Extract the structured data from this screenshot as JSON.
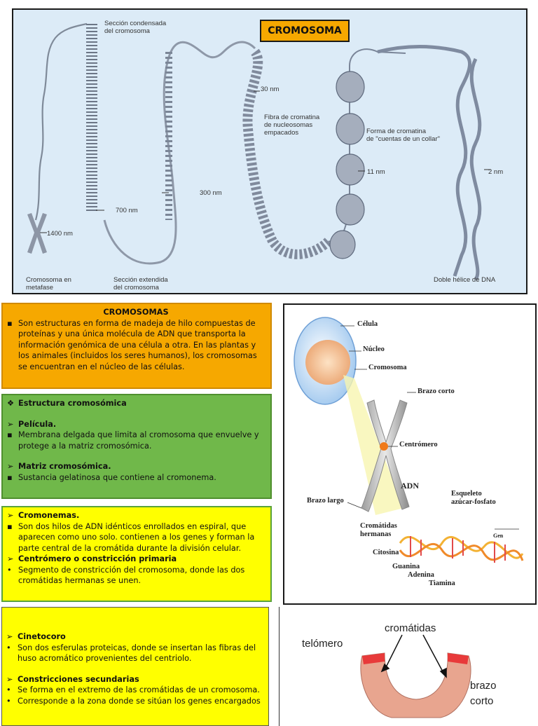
{
  "top": {
    "title": "CROMOSOMA",
    "labels": {
      "seccion_condensada": "Sección condensada\ndel cromosoma",
      "nm30": "30 nm",
      "fibra": "Fibra de cromatina\nde nucleosomas\nempacados",
      "cuentas": "Forma de cromatina\nde \"cuentas de un collar\"",
      "nm11": "11 nm",
      "nm2": "2 nm",
      "nm300": "300 nm",
      "nm700": "700 nm",
      "nm1400": "1400 nm",
      "metafase": "Cromosoma en\nmetafase",
      "extendida": "Sección extendida\ndel cromosoma",
      "doble_helice": "Doble hélice de DNA"
    }
  },
  "cromosomas_box": {
    "heading": "CROMOSOMAS",
    "text": "Son estructuras en forma de madeja de hilo compuestas de proteínas y una única molécula de ADN que transporta la información genómica de una célula a otra. En las plantas y los animales (incluidos los seres humanos), los cromosomas se encuentran en el núcleo de las células."
  },
  "estructura_box": {
    "heading": "Estructura cromosómica",
    "pelicula_title": "Película.",
    "pelicula_text": "Membrana delgada que limita al cromosoma que envuelve y protege a la matriz cromosómica.",
    "matriz_title": "Matriz cromosómica.",
    "matriz_text": "Sustancia gelatinosa que contiene al cromonema."
  },
  "cromonemas_box": {
    "cromonemas_title": "Cromonemas.",
    "cromonemas_text": "Son dos hilos de ADN idénticos  enrollados en espiral, que aparecen como uno solo. contienen a los genes y forman la parte central de la cromátida durante la división celular.",
    "centromero_title": "Centrómero o constricción primaria",
    "centromero_text": "Segmento de constricción del cromosoma, donde las dos cromátidas hermanas se unen."
  },
  "cinetocoro_box": {
    "cinetocoro_title": "Cinetocoro",
    "cinetocoro_text": "Son dos esferulas proteicas, donde se insertan las fibras del huso acromático provenientes del centriolo.",
    "constricciones_title": "Constricciones secundarias",
    "constricciones_text1": "Se forma en el extremo de las cromátidas de un cromosoma.",
    "constricciones_text2": "Corresponde a la zona donde se sitúan los genes encargados"
  },
  "chrom_diagram": {
    "celula": "Célula",
    "nucleo": "Núcleo",
    "cromosoma": "Cromosoma",
    "brazo_corto": "Brazo corto",
    "centromero": "Centrómero",
    "adn": "ADN",
    "esqueleto": "Esqueleto\nazúcar-fosfato",
    "brazo_largo": "Brazo largo",
    "cromatidas": "Cromátidas\nhermanas",
    "gen": "Gen",
    "citosina": "Citosina",
    "guanina": "Guanina",
    "adenina": "Adenina",
    "tiamina": "Tiamina"
  },
  "chrom2_diagram": {
    "cromatidas": "cromátidas",
    "telomero": "telómero",
    "brazo_corto": "brazo\ncorto"
  },
  "colors": {
    "orange": "#f6a800",
    "green": "#70b84a",
    "yellow": "#ffff00",
    "panel_blue": "#dcebf7"
  }
}
